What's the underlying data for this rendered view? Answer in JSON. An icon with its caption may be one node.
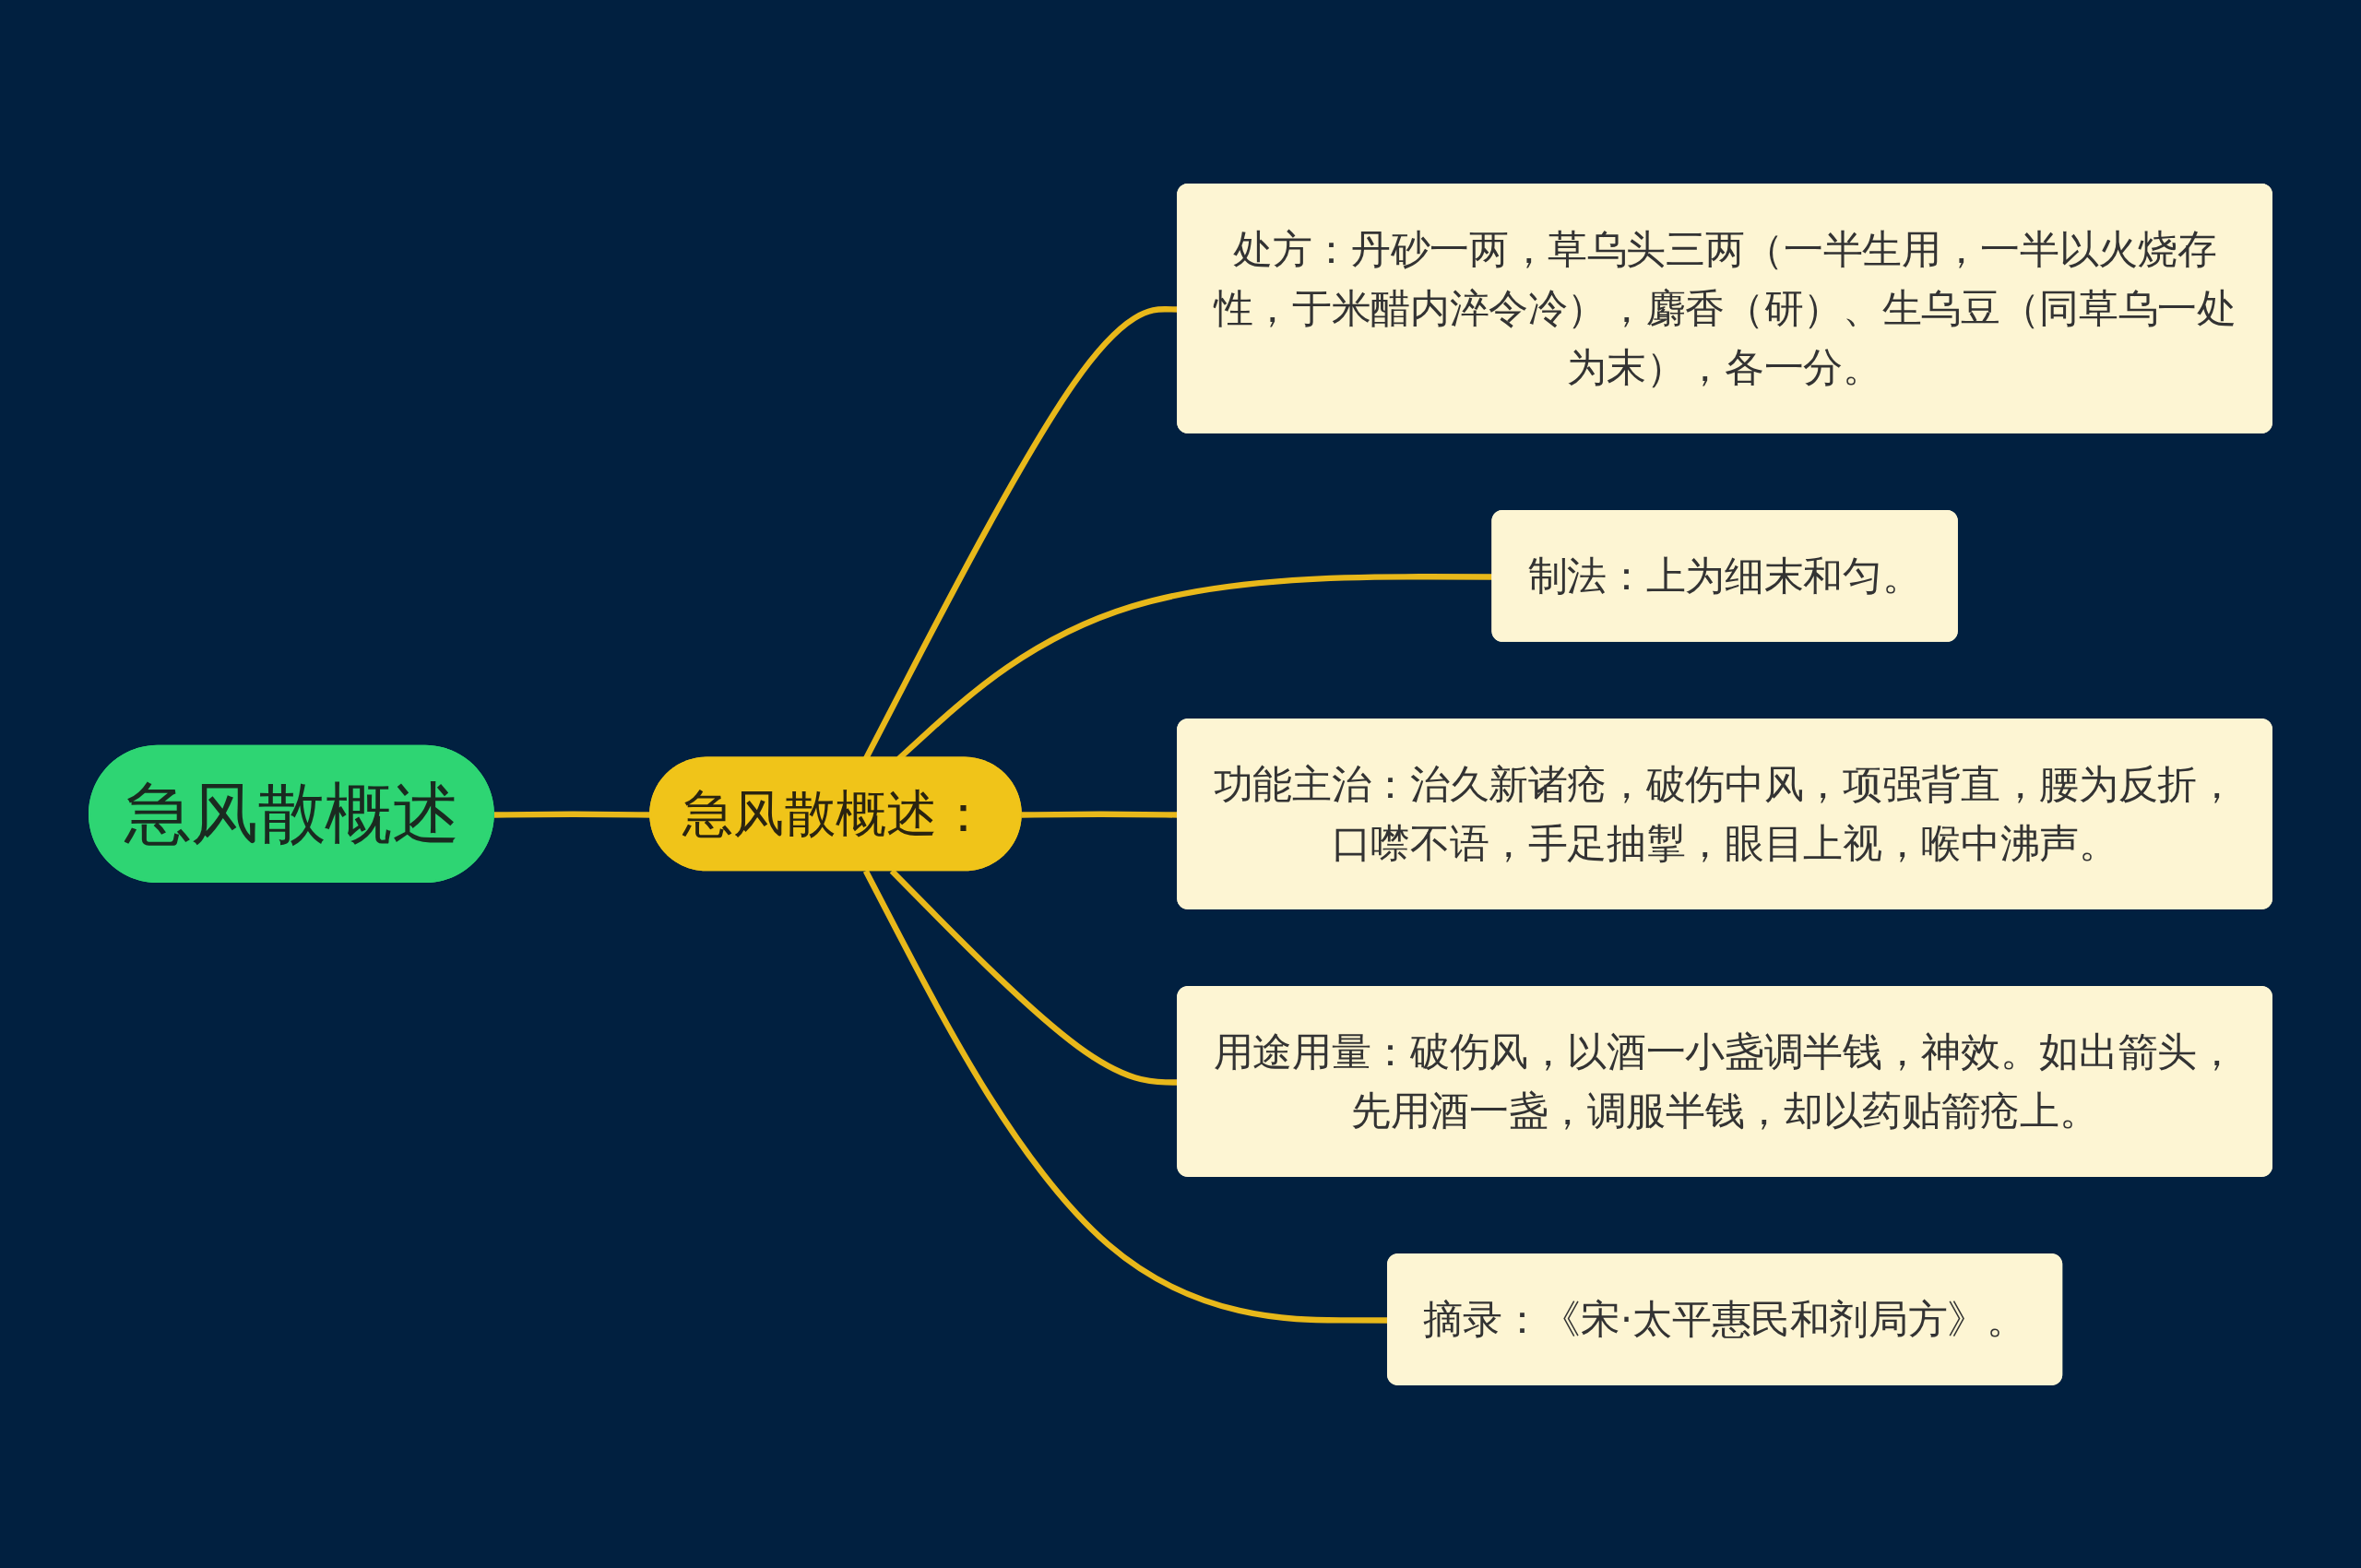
{
  "diagram": {
    "nodes": [
      {
        "text": [
          "急风散概述"
        ]
      },
      {
        "text": [
          "急风散概述："
        ]
      },
      {
        "text": [
          "处方：丹砂一两，草乌头三两（一半生用，一半以火烧存性，于米醋内淬令冷），麝香（研）、生乌豆（同草乌一处为末），各一分。"
        ]
      },
      {
        "text": [
          "制法：上为细末和匀。"
        ]
      },
      {
        "text": [
          "功能主治：治久新诸疮，破伤中风，项强背直，腰为反折，口噤不语，手足抽掣，眼目上视，喉中沸声。"
        ]
      },
      {
        "text": [
          "用途用量：破伤风，以酒一小盏调半钱，神效。如出箭头，先用酒一盏，调服半钱，却以药贴箭疮上。"
        ]
      },
      {
        "text": [
          "摘录：《宋·太平惠民和剂局方》。"
        ]
      }
    ],
    "edges": [
      {
        "from": 0,
        "to": 1,
        "arrow": "none"
      },
      {
        "from": 1,
        "to": 2,
        "arrow": "none"
      },
      {
        "from": 1,
        "to": 3,
        "arrow": "none"
      },
      {
        "from": 1,
        "to": 4,
        "arrow": "none"
      },
      {
        "from": 1,
        "to": 5,
        "arrow": "none"
      },
      {
        "from": 1,
        "to": 6,
        "arrow": "none"
      }
    ]
  }
}
